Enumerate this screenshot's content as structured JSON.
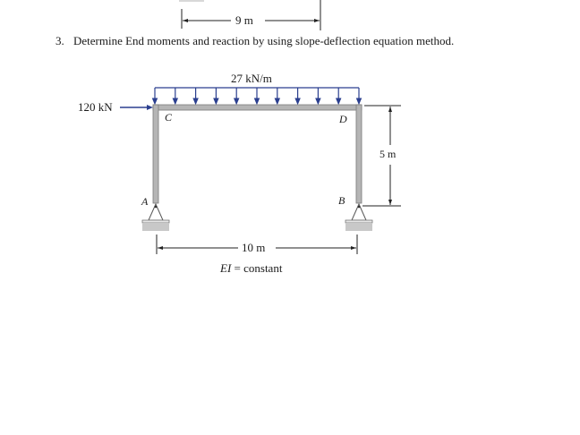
{
  "top_dimension": {
    "label": "9 m"
  },
  "problem": {
    "number": "3.",
    "text": "Determine End moments and reaction by using slope-deflection equation method."
  },
  "diagram": {
    "distributed_load": {
      "label": "27 kN/m",
      "arrow_count": 11,
      "color": "#2b3f8f"
    },
    "point_load": {
      "label": "120 kN",
      "color": "#2b3f8f"
    },
    "nodes": {
      "A": "A",
      "B": "B",
      "C": "C",
      "D": "D"
    },
    "height_dimension": {
      "label": "5 m"
    },
    "span_dimension": {
      "label": "10 m"
    },
    "note": {
      "ei_italic": "EI",
      "rest": " = constant"
    },
    "member_color": "#a9a9a9",
    "support_base_color": "#c8c8c8"
  }
}
